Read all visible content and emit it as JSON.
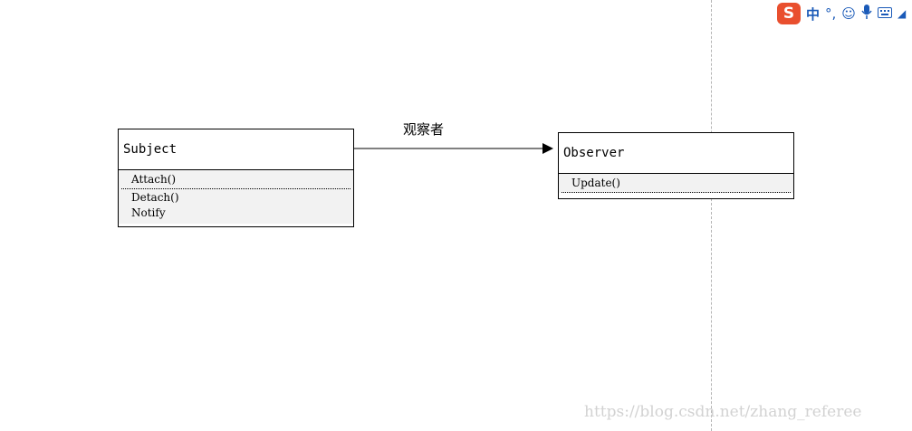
{
  "subject_box": {
    "name": "Subject",
    "methods_top": [
      "Attach()"
    ],
    "methods_bottom": [
      "Detach()",
      "Notify"
    ]
  },
  "observer_box": {
    "name": "Observer",
    "methods": [
      "Update()"
    ]
  },
  "connector": {
    "label": "观察者"
  },
  "ime_toolbar": {
    "logo": "S",
    "mode": "中",
    "icons": [
      "punctuation-icon",
      "emoji-icon",
      "microphone-icon",
      "keyboard-icon",
      "more-icon"
    ]
  },
  "watermark": "https://blog.csdn.net/zhang_referee",
  "colors": {
    "line": "#000000",
    "method_bg": "#f2f2f2",
    "ime_accent": "#1a5ab8",
    "ime_logo": "#e94f2e"
  }
}
